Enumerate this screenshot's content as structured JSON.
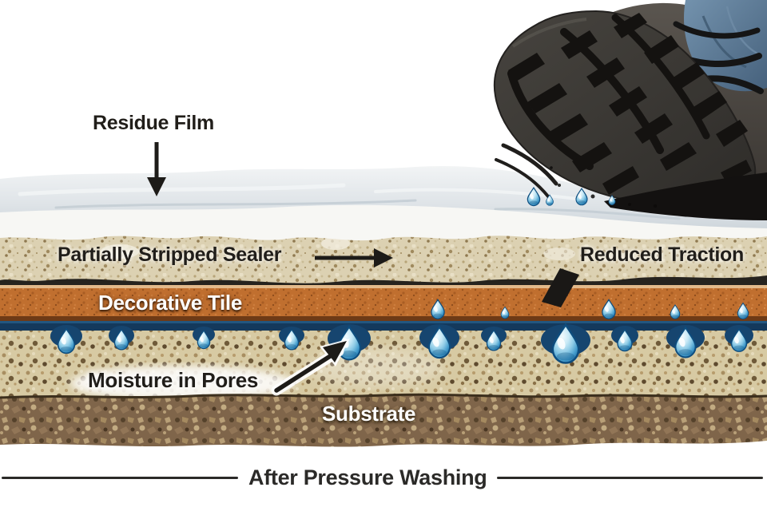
{
  "diagram": {
    "title": "After Pressure Washing",
    "labels": {
      "residue_film": "Residue Film",
      "partially_stripped_sealer": "Partially Stripped Sealer",
      "reduced_traction": "Reduced Traction",
      "decorative_tile": "Decorative Tile",
      "moisture_in_pores": "Moisture in Pores",
      "substrate": "Substrate"
    },
    "palette": {
      "residue_film": "#dce1e6",
      "sealer": "#dcd1b2",
      "tile_orange": "#c06f2f",
      "water_seam": "#14395c",
      "water_drop": "#4d9fd0",
      "pores_tan": "#d7caa3",
      "substrate_brown": "#7f654a",
      "boot_sole": "#3b3835",
      "boot_shaft_blue": "#5d7d99",
      "ink": "#211e1a"
    }
  }
}
